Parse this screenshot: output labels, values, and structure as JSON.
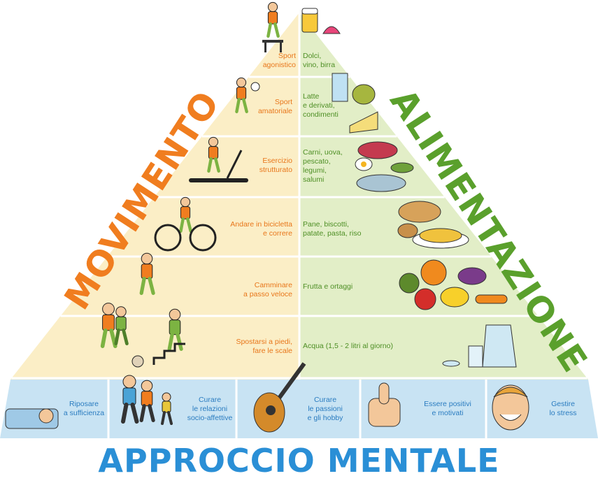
{
  "titles": {
    "left": "MOVIMENTO",
    "right": "ALIMENTAZIONE",
    "bottom": "APPROCCIO MENTALE"
  },
  "colors": {
    "left_panel": "#fbeec6",
    "right_panel": "#e2eec7",
    "base": "#c8e3f3",
    "movement": "#f07d1f",
    "nutrition": "#5aa02c",
    "mental": "#2a8fd6"
  },
  "levels": [
    {
      "movement": [
        "Sport",
        "agonistico"
      ],
      "nutrition": [
        "Dolci,",
        "vino, birra"
      ]
    },
    {
      "movement": [
        "Sport",
        "amatoriale"
      ],
      "nutrition": [
        "Latte",
        "e derivati,",
        "condimenti"
      ]
    },
    {
      "movement": [
        "Esercizio",
        "strutturato"
      ],
      "nutrition": [
        "Carni, uova,",
        "pescato,",
        "legumi,",
        "salumi"
      ]
    },
    {
      "movement": [
        "Andare in bicicletta",
        "e correre"
      ],
      "nutrition": [
        "Pane, biscotti,",
        "patate, pasta, riso"
      ]
    },
    {
      "movement": [
        "Camminare",
        "a passo veloce"
      ],
      "nutrition": [
        "Frutta e ortaggi"
      ]
    },
    {
      "movement": [
        "Spostarsi a piedi,",
        "fare le scale"
      ],
      "nutrition": [
        "Acqua (1,5 - 2 litri al giorno)"
      ]
    }
  ],
  "mental": [
    [
      "Riposare",
      "a sufficienza"
    ],
    [
      "Curare",
      "le relazioni",
      "socio-affettive"
    ],
    [
      "Curare",
      "le passioni",
      "e gli hobby"
    ],
    [
      "Essere positivi",
      "e motivati"
    ],
    [
      "Gestire",
      "lo stress"
    ]
  ],
  "icons": {
    "movement": [
      "hurdle-runner-icon",
      "soccer-player-icon",
      "treadmill-runner-icon",
      "cyclist-icon",
      "walker-icon",
      "family-stairs-icon"
    ],
    "nutrition": [
      "beer-cake-icon",
      "milk-cheese-icon",
      "meat-fish-eggs-icon",
      "bread-pasta-icon",
      "fruit-vegetables-icon",
      "water-jug-icon"
    ],
    "mental": [
      "sleeping-person-icon",
      "family-icon",
      "guitar-icon",
      "thumbs-up-icon",
      "smiling-face-icon"
    ]
  }
}
